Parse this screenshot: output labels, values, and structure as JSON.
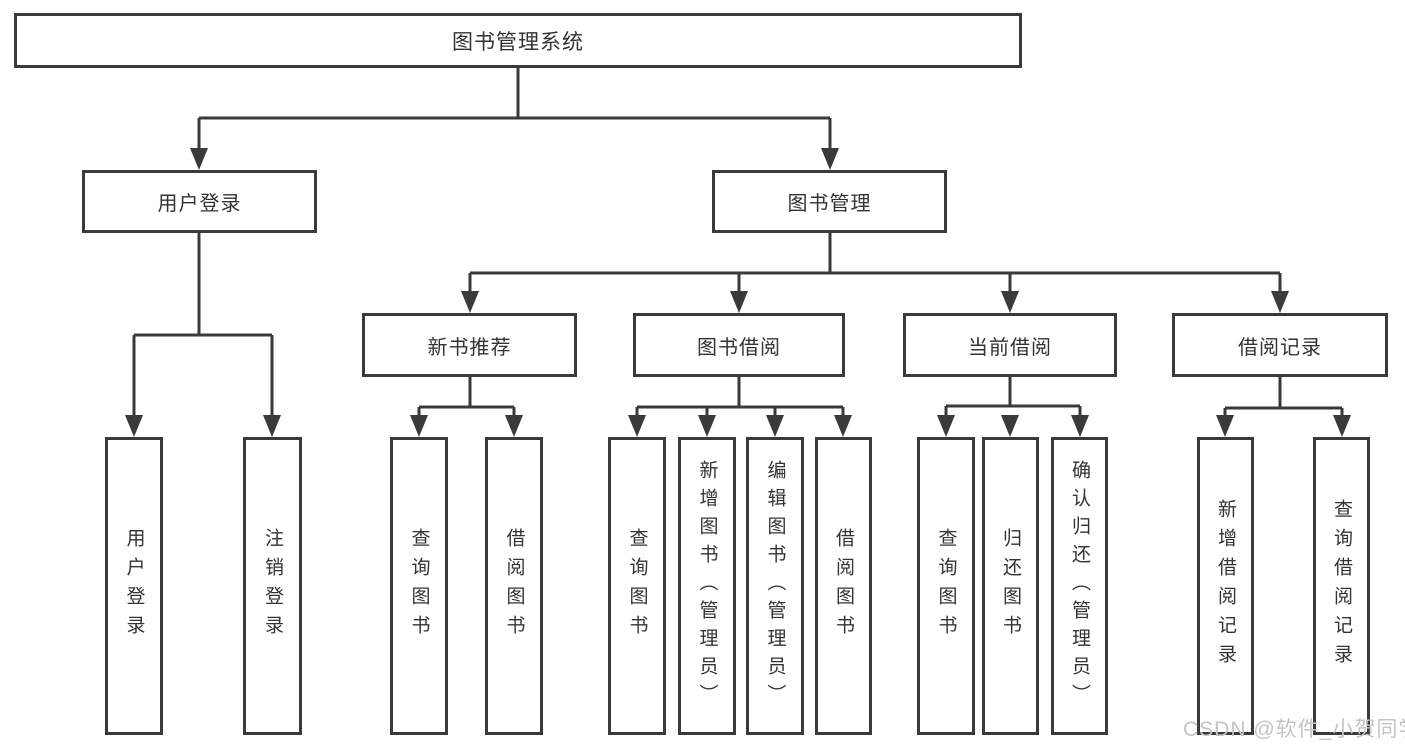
{
  "diagram": {
    "root": {
      "label": "图书管理系统"
    },
    "level2": [
      {
        "label": "用户登录"
      },
      {
        "label": "图书管理"
      }
    ],
    "level3": [
      {
        "label": "新书推荐",
        "parent": "图书管理"
      },
      {
        "label": "图书借阅",
        "parent": "图书管理"
      },
      {
        "label": "当前借阅",
        "parent": "图书管理"
      },
      {
        "label": "借阅记录",
        "parent": "图书管理"
      }
    ],
    "leaves": [
      {
        "label": "用户登录",
        "parent": "用户登录"
      },
      {
        "label": "注销登录",
        "parent": "用户登录"
      },
      {
        "label": "查询图书",
        "parent": "新书推荐"
      },
      {
        "label": "借阅图书",
        "parent": "新书推荐"
      },
      {
        "label": "查询图书",
        "parent": "图书借阅"
      },
      {
        "label": "新增图书（管理员）",
        "parent": "图书借阅"
      },
      {
        "label": "编辑图书（管理员）",
        "parent": "图书借阅"
      },
      {
        "label": "借阅图书",
        "parent": "图书借阅"
      },
      {
        "label": "查询图书",
        "parent": "当前借阅"
      },
      {
        "label": "归还图书",
        "parent": "当前借阅"
      },
      {
        "label": "确认归还（管理员）",
        "parent": "当前借阅"
      },
      {
        "label": "新增借阅记录",
        "parent": "借阅记录"
      },
      {
        "label": "查询借阅记录",
        "parent": "借阅记录"
      }
    ],
    "watermark": "CSDN @软件_小贺同学",
    "colors": {
      "line": "#3a3a3a",
      "text": "#333333",
      "watermark": "#c4c4c4",
      "background": "#ffffff"
    }
  }
}
